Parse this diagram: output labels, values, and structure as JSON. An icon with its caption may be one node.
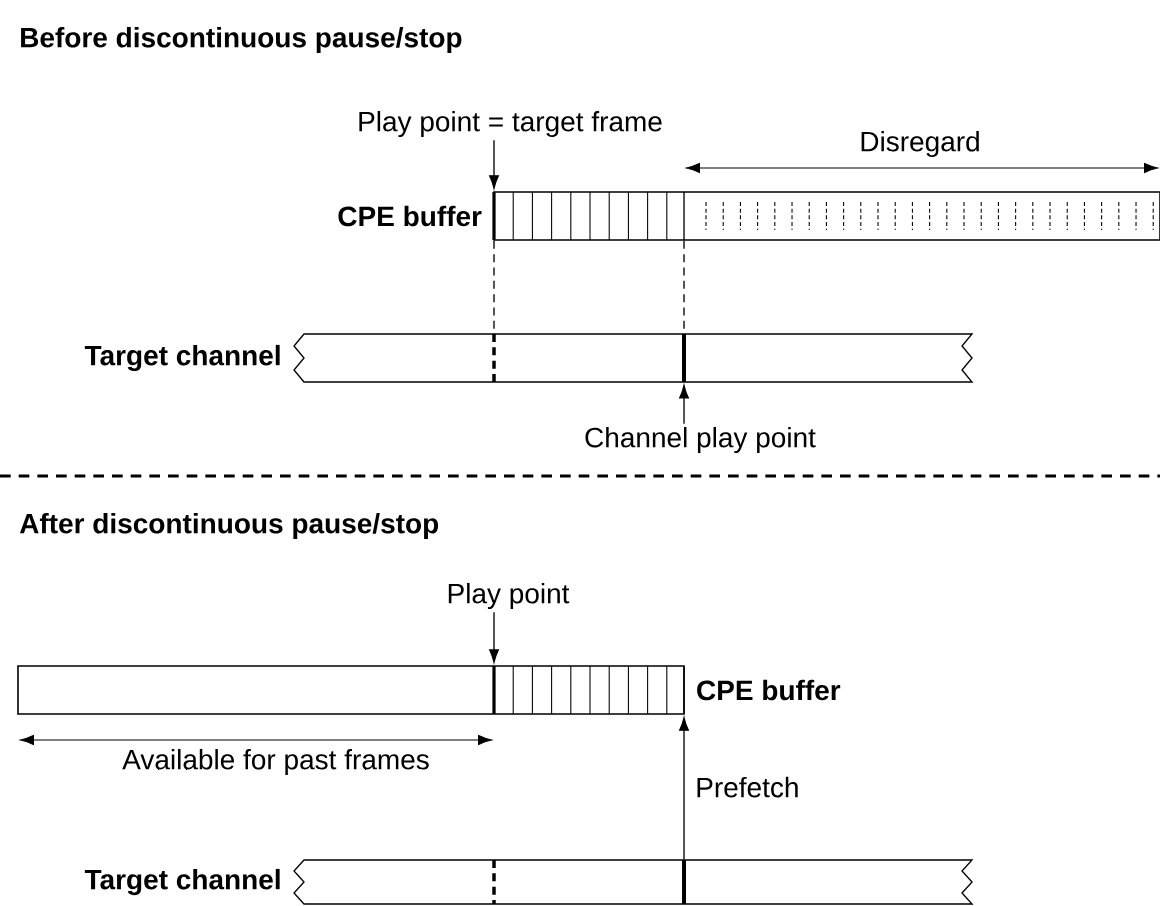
{
  "diagram": {
    "nodes": [
      {
        "text": [
          "CPE buffer"
        ]
      },
      {
        "text": [
          "Target channel"
        ]
      },
      {
        "text": [
          "Play point = target frame"
        ]
      },
      {
        "text": [
          "Channel play point"
        ]
      },
      {
        "text": [
          "Play point"
        ]
      },
      {
        "text": [
          "CPE buffer"
        ]
      },
      {
        "text": [
          "Target channel"
        ]
      }
    ],
    "edges": [
      {
        "from": 2,
        "to": 0,
        "arrow": "to"
      },
      {
        "from": 0,
        "to": 1,
        "arrow": "none",
        "style": "dashed"
      },
      {
        "from": 0,
        "to": 1,
        "arrow": "none",
        "style": "dashed"
      },
      {
        "from": 3,
        "to": 1,
        "arrow": "to"
      },
      {
        "from": 4,
        "to": 5,
        "arrow": "to"
      },
      {
        "from": 6,
        "to": 5,
        "arrow": "to",
        "label": "Prefetch"
      }
    ],
    "labels": [
      "Before discontinuous pause/stop",
      "Disregard",
      "After discontinuous pause/stop",
      "Available for past frames"
    ]
  }
}
